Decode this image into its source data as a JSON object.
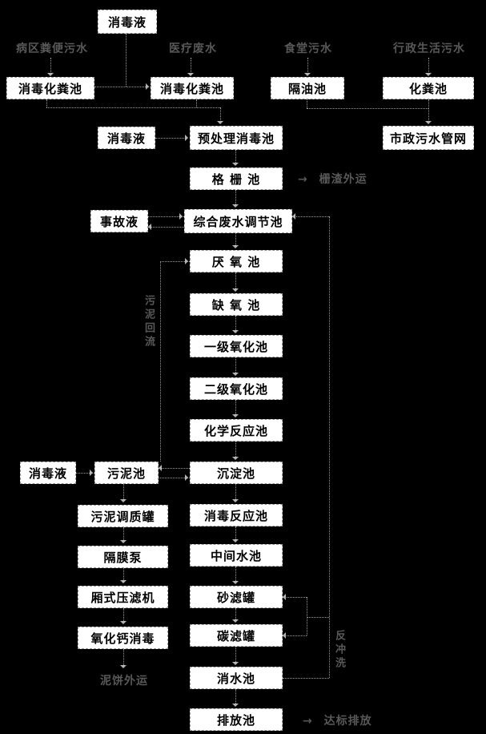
{
  "colors": {
    "background": "#000000",
    "box_fill": "#ffffff",
    "box_text": "#000000",
    "connector": "#9a9a9a",
    "faint_text": "#585858"
  },
  "nodes": {
    "disinfectant_top": "消毒液",
    "septic_a": "消毒化粪池",
    "septic_b": "消毒化粪池",
    "grease_trap": "隔油池",
    "septic_c": "化粪池",
    "disinfectant_mid": "消毒液",
    "pretreat": "预处理消毒池",
    "municipal": "市政污水管网",
    "grid": "格 栅 池",
    "accident": "事故液",
    "regulating": "综合废水调节池",
    "anaerobic": "厌 氧 池",
    "anoxic": "缺 氧 池",
    "oxidation1": "一级氧化池",
    "oxidation2": "二级氧化池",
    "chemical": "化学反应池",
    "disinfectant_left": "消毒液",
    "sludge_tank": "污泥池",
    "sedimentation": "沉淀池",
    "sludge_conditioning": "污泥调质罐",
    "disinfect_reaction": "消毒反应池",
    "diaphragm_pump": "隔膜泵",
    "intermediate": "中间水池",
    "filter_press": "厢式压滤机",
    "sand_filter": "砂滤罐",
    "lime_disinfect": "氧化钙消毒",
    "carbon_filter": "碳滤罐",
    "clear_water": "消水池",
    "discharge": "排放池"
  },
  "sources": {
    "ward_fecal": "病区粪便污水",
    "medical": "医疗废水",
    "canteen": "食堂污水",
    "admin": "行政生活污水"
  },
  "annotations": {
    "screen_residue": {
      "arrow": "→",
      "text": "栅渣外运"
    },
    "standard_discharge": {
      "arrow": "→",
      "text": "达标排放"
    },
    "sludge_cake": "泥饼外运",
    "sludge_return": "污泥回流",
    "backwash": "反冲洗"
  }
}
